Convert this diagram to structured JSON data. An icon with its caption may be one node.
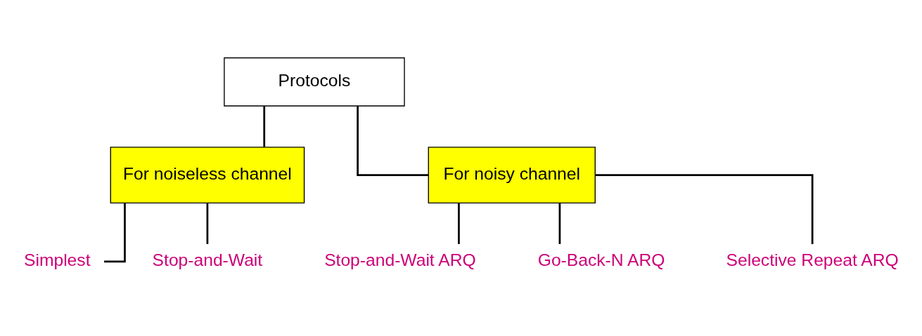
{
  "diagram": {
    "nodes": [
      {
        "text": [
          "Protocols"
        ]
      },
      {
        "text": [
          "For noiseless channel"
        ]
      },
      {
        "text": [
          "For noisy channel"
        ]
      },
      {
        "text": [
          "Simplest"
        ]
      },
      {
        "text": [
          "Stop-and-Wait"
        ]
      },
      {
        "text": [
          "Stop-and-Wait ARQ"
        ]
      },
      {
        "text": [
          "Go-Back-N ARQ"
        ]
      },
      {
        "text": [
          "Selective Repeat ARQ"
        ]
      }
    ],
    "edges": [
      {
        "from": 0,
        "to": 1,
        "arrow": "none"
      },
      {
        "from": 0,
        "to": 2,
        "arrow": "none"
      },
      {
        "from": 1,
        "to": 3,
        "arrow": "none"
      },
      {
        "from": 1,
        "to": 4,
        "arrow": "none"
      },
      {
        "from": 2,
        "to": 5,
        "arrow": "none"
      },
      {
        "from": 2,
        "to": 6,
        "arrow": "none"
      },
      {
        "from": 2,
        "to": 7,
        "arrow": "none"
      }
    ]
  }
}
